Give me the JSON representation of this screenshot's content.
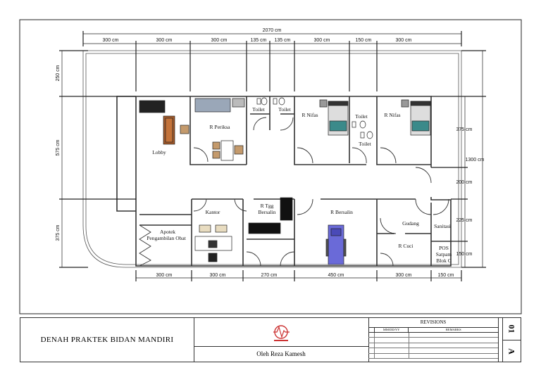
{
  "title": "DENAH PRAKTEK BIDAN MANDIRI",
  "author": "Oleh Reza Kamesh",
  "revisions": {
    "header": "REVISIONS",
    "col_date": "MM/DD/YY",
    "col_remarks": "REMARKS"
  },
  "sheet": {
    "number": "01",
    "letter": "A"
  },
  "dimensions": {
    "total_width": "2070 cm",
    "total_depth": "1300 cm",
    "top": [
      "300 cm",
      "300 cm",
      "300 cm",
      "135 cm",
      "135 cm",
      "300 cm",
      "150 cm",
      "300 cm"
    ],
    "bottom": [
      "300 cm",
      "300 cm",
      "270 cm",
      "450 cm",
      "300 cm",
      "150 cm"
    ],
    "left": [
      "250 cm",
      "575 cm",
      "375 cm"
    ],
    "right": [
      "375 cm",
      "200 cm",
      "225 cm",
      "150 cm"
    ]
  },
  "rooms": {
    "lobby": "Lobby",
    "periksa": "R Periksa",
    "toilet1": "Toilet",
    "toilet2": "Toilet",
    "nifas1": "R Nifas",
    "toilet3": "Toilet",
    "toilet4": "Toilet",
    "nifas2": "R Nifas",
    "apotek": "Apotek",
    "pengambilan": "Pengambilan Obat",
    "kantor": "Kantor",
    "tgg1": "R Tgg",
    "tgg2": "Bersalin",
    "bersalin": "R Bersalin",
    "gudang": "Gudang",
    "sanitasi": "Sanitasi",
    "cuci": "R Cuci",
    "pos1": "POS",
    "pos2": "Satpam",
    "pos3": "Blok C"
  }
}
